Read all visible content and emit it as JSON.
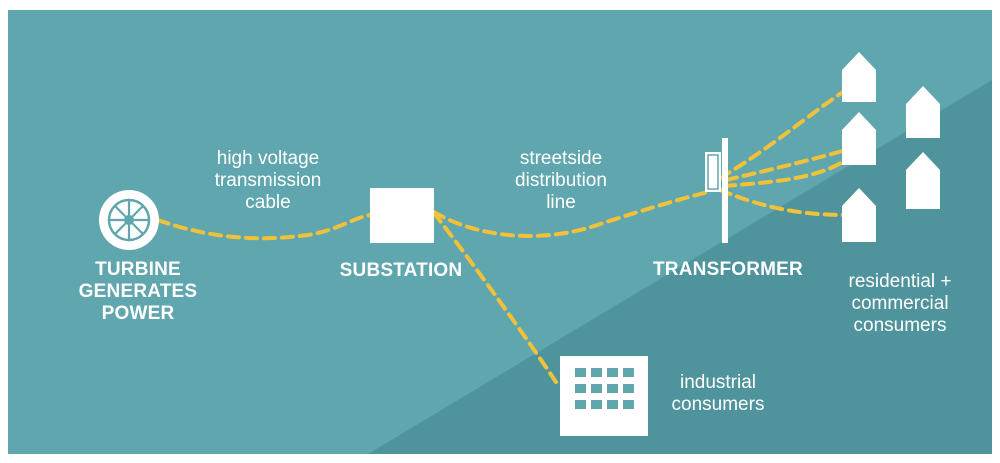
{
  "colors": {
    "background": "#5fa6ae",
    "background_dark": "#4f949d",
    "line": "#f2c13a",
    "icon": "#ffffff"
  },
  "nodes": {
    "turbine": {
      "label_lines": [
        "TURBINE",
        "GENERATES",
        "POWER"
      ],
      "icon": "turbine-icon"
    },
    "substation": {
      "label": "SUBSTATION",
      "icon": "substation-box-icon"
    },
    "transformer": {
      "label": "TRANSFORMER",
      "icon": "transformer-pole-icon"
    },
    "residential": {
      "label_lines": [
        "residential +",
        "commercial",
        "consumers"
      ],
      "icon": "house-icon"
    },
    "industrial": {
      "label_lines": [
        "industrial",
        "consumers"
      ],
      "icon": "factory-icon"
    }
  },
  "edges": {
    "high_voltage": {
      "label_lines": [
        "high voltage",
        "transmission",
        "cable"
      ]
    },
    "streetside": {
      "label_lines": [
        "streetside",
        "distribution",
        "line"
      ]
    }
  }
}
